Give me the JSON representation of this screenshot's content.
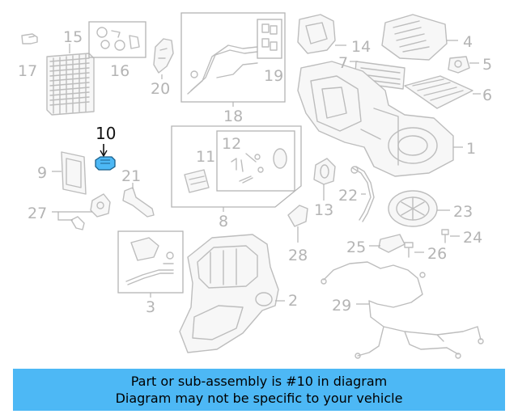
{
  "diagram": {
    "highlight_color": "#4db8f5",
    "labels": {
      "l1": "1",
      "l2": "2",
      "l3": "3",
      "l4": "4",
      "l5": "5",
      "l6": "6",
      "l7": "7",
      "l8": "8",
      "l9": "9",
      "l10": "10",
      "l11": "11",
      "l12": "12",
      "l13": "13",
      "l14": "14",
      "l15": "15",
      "l16": "16",
      "l17": "17",
      "l18": "18",
      "l19": "19",
      "l20": "20",
      "l21": "21",
      "l22": "22",
      "l23": "23",
      "l24": "24",
      "l25": "25",
      "l26": "26",
      "l27": "27",
      "l28": "28",
      "l29": "29"
    }
  },
  "banner": {
    "line1": "Part or sub-assembly is #10 in diagram",
    "line2": "Diagram may not be specific to your vehicle",
    "background": "#4db8f5"
  }
}
